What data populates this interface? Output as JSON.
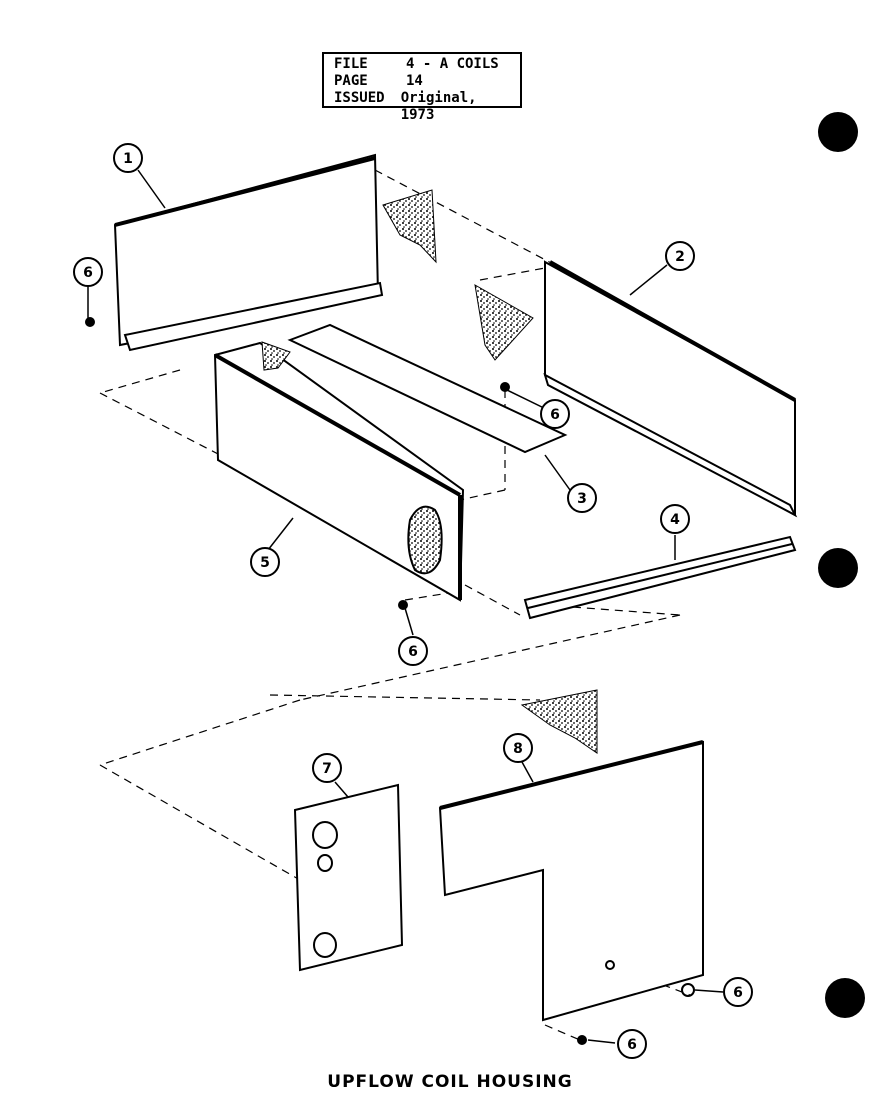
{
  "info": {
    "file_label": "FILE",
    "file_value": "4 - A COILS",
    "page_label": "PAGE",
    "page_value": "14",
    "issued_label": "ISSUED",
    "issued_value": "Original, 1973"
  },
  "caption": "UPFLOW COIL HOUSING",
  "callouts": [
    "1",
    "2",
    "3",
    "4",
    "5",
    "6",
    "6",
    "6",
    "7",
    "8",
    "6",
    "6"
  ]
}
